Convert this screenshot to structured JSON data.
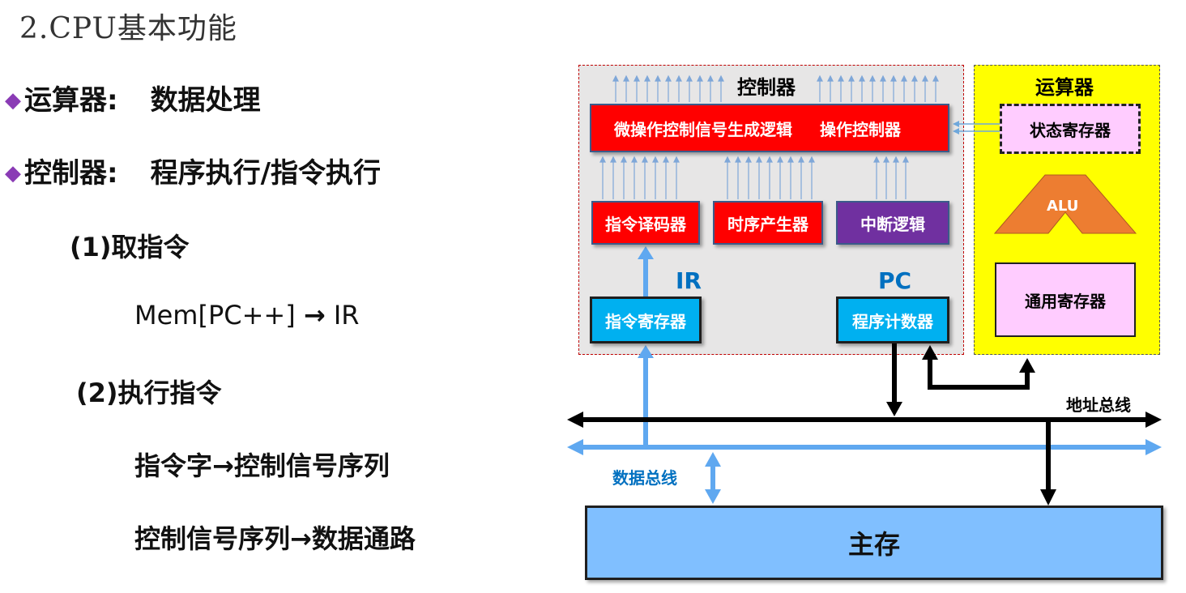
{
  "title": "2.CPU基本功能",
  "bullets": [
    {
      "label": "运算器:",
      "desc": "数据处理"
    },
    {
      "label": "控制器:",
      "desc": "程序执行/指令执行"
    }
  ],
  "steps": {
    "fetch": "(1)取指令",
    "fetch_expr": {
      "left": "Mem[PC++]",
      "arrow": "→",
      "right": "IR"
    },
    "execute": "(2)执行指令",
    "line1": "指令字→控制信号序列",
    "line2": "控制信号序列→数据通路"
  },
  "diagram": {
    "controller_title": "控制器",
    "alu_unit_title": "运算器",
    "micro_op": "微操作控制信号生成逻辑",
    "op_controller": "操作控制器",
    "decoder": "指令译码器",
    "timing": "时序产生器",
    "interrupt": "中断逻辑",
    "ir_label": "IR",
    "pc_label": "PC",
    "ir_box": "指令寄存器",
    "pc_box": "程序计数器",
    "status_reg": "状态寄存器",
    "alu": "ALU",
    "gp_reg": "通用寄存器",
    "addr_bus": "地址总线",
    "data_bus": "数据总线",
    "memory": "主存"
  },
  "colors": {
    "red_box": "#ff0000",
    "purple_box": "#7030a0",
    "cyan_box": "#00b0f0",
    "pink_box": "#ffccff",
    "alu_orange": "#ed7d31",
    "alu_unit_bg": "#ffff00",
    "controller_bg": "#e7e6e6",
    "memory_bg": "#80bfff",
    "blue_line": "#5fa8f0",
    "label_blue": "#0070c0"
  }
}
